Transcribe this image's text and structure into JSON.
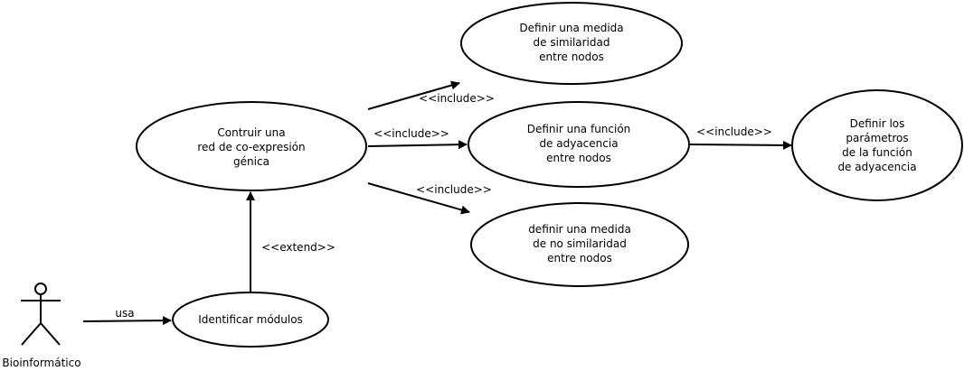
{
  "actor": {
    "label": "Bioinformático"
  },
  "use_cases": {
    "contruir_red": {
      "lines": [
        "Contruir una",
        "red de co-expresión",
        "génica"
      ]
    },
    "definir_similaridad": {
      "lines": [
        "Definir una medida",
        "de similaridad",
        "entre nodos"
      ]
    },
    "definir_adyacencia": {
      "lines": [
        "Definir una función",
        "de adyacencia",
        "entre nodos"
      ]
    },
    "definir_no_similaridad": {
      "lines": [
        "definir una medida",
        "de no similaridad",
        "entre nodos"
      ]
    },
    "definir_parametros": {
      "lines": [
        "Definir los",
        "parámetros",
        "de la función",
        "de adyacencia"
      ]
    },
    "identificar_modulos": {
      "lines": [
        "Identificar módulos"
      ]
    }
  },
  "relations": {
    "usa": "usa",
    "extend": "<<extend>>",
    "include_similaridad": "<<include>>",
    "include_adyacencia": "<<include>>",
    "include_no_similaridad": "<<include>>",
    "include_parametros": "<<include>>"
  }
}
